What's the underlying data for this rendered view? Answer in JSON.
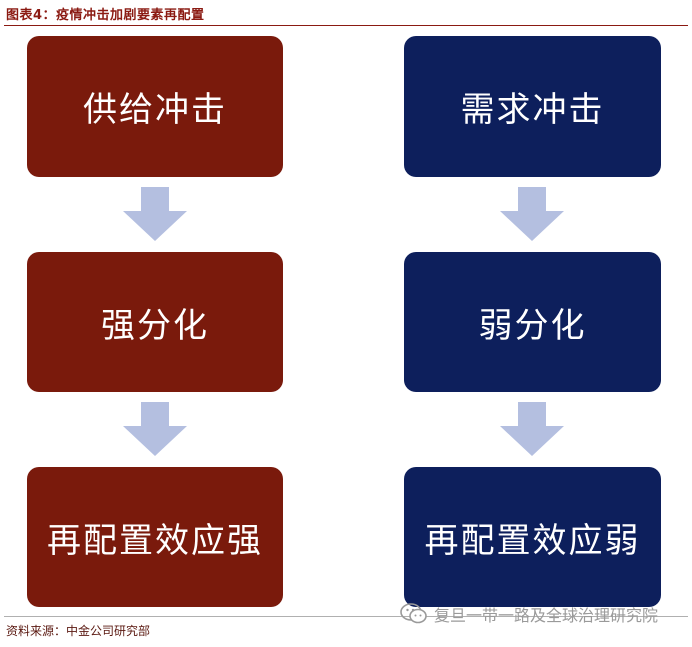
{
  "figure": {
    "title": "图表4：疫情冲击加剧要素再配置"
  },
  "left_column": {
    "boxes": [
      "供给冲击",
      "强分化",
      "再配置效应强"
    ]
  },
  "right_column": {
    "boxes": [
      "需求冲击",
      "弱分化",
      "再配置效应弱"
    ]
  },
  "footer": {
    "source": "资料来源：中金公司研究部",
    "watermark": "复旦一带一路及全球治理研究院"
  },
  "colors": {
    "left_box": "#7a1a0c",
    "right_box": "#0d1f5c",
    "arrow": "#b4bfe0",
    "title": "#8b1a12"
  }
}
